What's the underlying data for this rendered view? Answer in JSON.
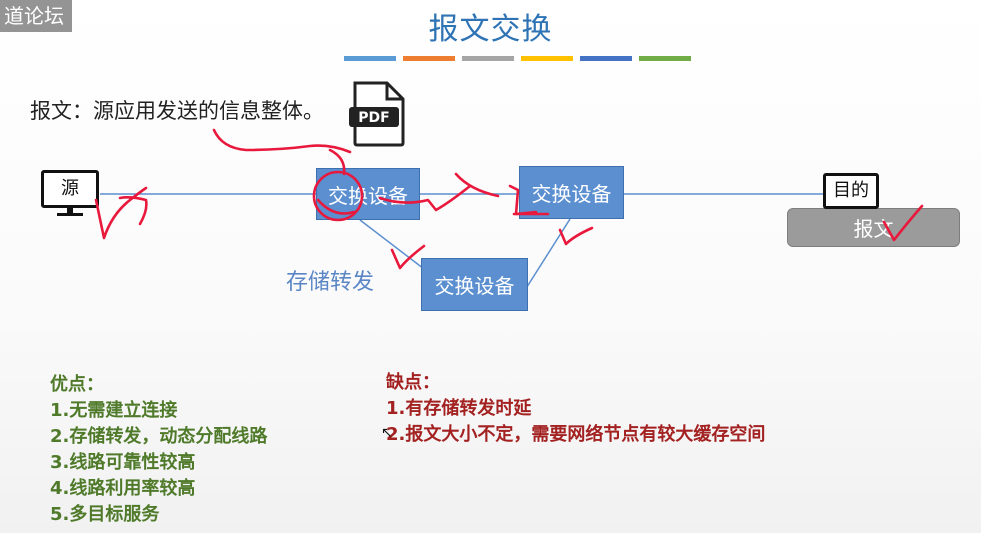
{
  "watermark": "道论坛",
  "title": "报文交换",
  "color_bars": [
    "#5b9bd5",
    "#ed7d31",
    "#a5a5a5",
    "#ffc000",
    "#4472c4",
    "#70ad47"
  ],
  "definition": "报文：源应用发送的信息整体。",
  "pdf_icon": {
    "label": "PDF",
    "icon": "pdf-file-icon"
  },
  "source_label": "源",
  "dest_label": "目的",
  "switch_label": "交换设备",
  "message_label": "报文",
  "forward_label": "存储转发",
  "pros": {
    "heading": "优点：",
    "items": [
      "1.无需建立连接",
      "2.存储转发，动态分配线路",
      "3.线路可靠性较高",
      "4.线路利用率较高",
      "5.多目标服务"
    ]
  },
  "cons": {
    "heading": "缺点：",
    "items": [
      "1.有存储转发时延",
      "2.报文大小不定，需要网络节点有较大缓存空间"
    ]
  },
  "colors": {
    "title": "#2e74b5",
    "switch": "#5b8fd0",
    "pros": "#4f7a2a",
    "cons": "#a32121",
    "ink": "#e8193c"
  }
}
